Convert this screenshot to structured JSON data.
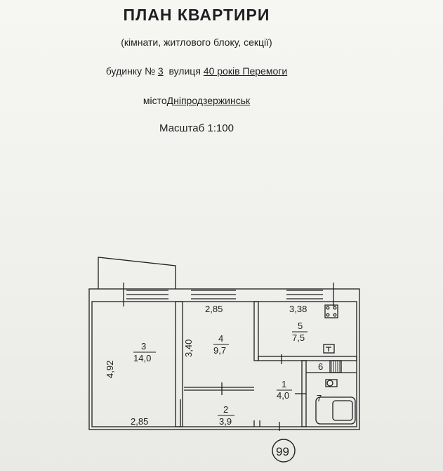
{
  "header": {
    "title": "ПЛАН КВАРТИРИ",
    "subtitle": "(кімнати, житлового блоку, секції)",
    "house_prefix": "будинку №",
    "house_number": "3",
    "street_prefix": "вулиця",
    "street_name": "40 років Перемоги",
    "city_prefix": "місто",
    "city_name": "Дніпродзержинськ",
    "scale": "Масштаб 1:100"
  },
  "plan": {
    "dimensions": {
      "top_left": "2,85",
      "top_right": "3,38",
      "left_vertical": "4,92",
      "mid_vertical": "3,40",
      "bottom_left": "2,85"
    },
    "rooms": [
      {
        "number": "1",
        "area": "4,0"
      },
      {
        "number": "2",
        "area": "3,9"
      },
      {
        "number": "3",
        "area": "14,0"
      },
      {
        "number": "4",
        "area": "9,7"
      },
      {
        "number": "5",
        "area": "7,5"
      },
      {
        "number": "6",
        "area": ""
      },
      {
        "number": "7",
        "area": ""
      }
    ],
    "page_number": "99"
  }
}
